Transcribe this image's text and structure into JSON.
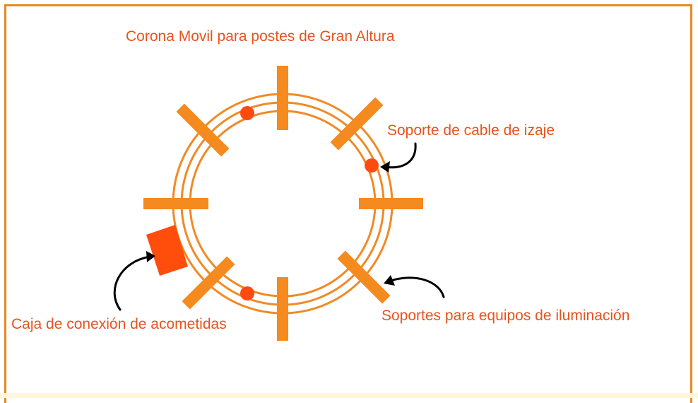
{
  "title": "Corona Movil para postes de Gran Altura",
  "labels": {
    "hoist_support": "Soporte de cable de izaje",
    "lighting_supports": "Soportes para equipos de iluminación",
    "junction_box": "Caja de conexión de acometidas"
  },
  "colors": {
    "ring": "#f08a24",
    "bar": "#f58a1f",
    "dot": "#ff4a12",
    "box": "#ff4e0c",
    "text": "#e8531f",
    "frame": "#e8891f",
    "arrow": "#000000"
  }
}
